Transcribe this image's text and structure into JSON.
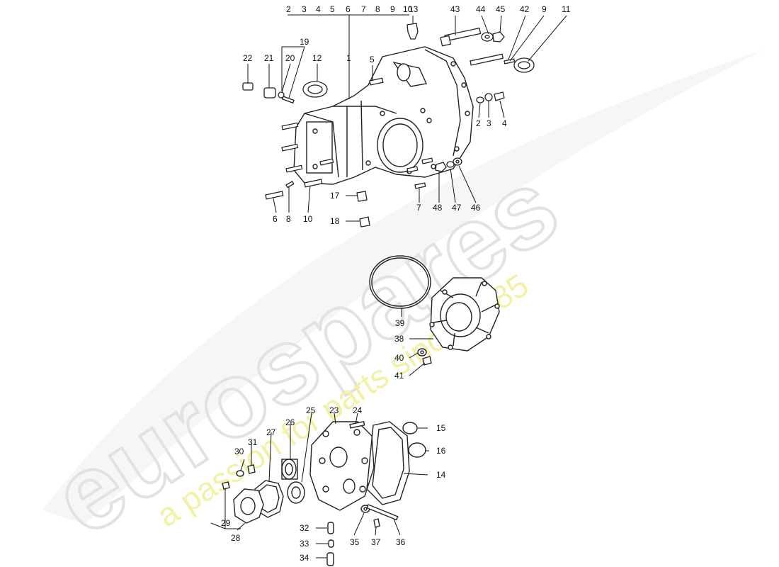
{
  "watermark": {
    "brand": "eurospares",
    "tagline": "a passion for parts since 1985",
    "brand_color": "#e6e6e6",
    "tagline_color": "#f3f0a8"
  },
  "callouts": [
    "1",
    "2",
    "3",
    "4",
    "5",
    "6",
    "7",
    "8",
    "9",
    "10",
    "11",
    "12",
    "13",
    "14",
    "15",
    "16",
    "17",
    "18",
    "19",
    "20",
    "21",
    "22",
    "23",
    "24",
    "25",
    "26",
    "27",
    "28",
    "29",
    "30",
    "31",
    "32",
    "33",
    "34",
    "35",
    "36",
    "37",
    "38",
    "39",
    "40",
    "41",
    "42",
    "43",
    "44",
    "45",
    "46",
    "47",
    "48"
  ],
  "group_header": [
    "2",
    "3",
    "4",
    "5",
    "6",
    "7",
    "8",
    "9",
    "10"
  ]
}
